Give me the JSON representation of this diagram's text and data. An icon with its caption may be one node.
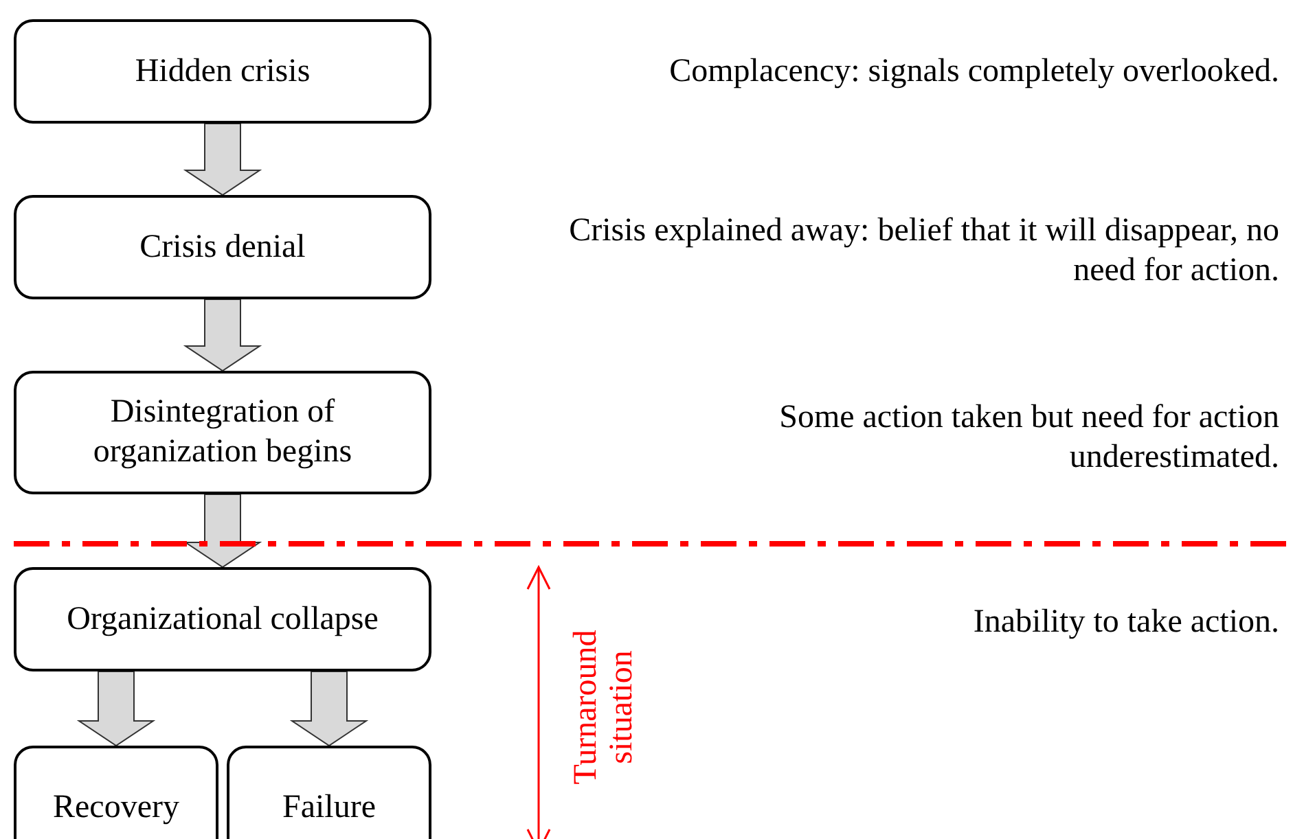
{
  "diagram": {
    "nodes": [
      {
        "text": [
          "Hidden crisis"
        ]
      },
      {
        "text": [
          "Crisis denial"
        ]
      },
      {
        "text": [
          "Disintegration of organization begins"
        ]
      },
      {
        "text": [
          "Organizational collapse"
        ]
      },
      {
        "text": [
          "Recovery"
        ]
      },
      {
        "text": [
          "Failure"
        ]
      }
    ],
    "edges": [
      {
        "from": 0,
        "to": 1,
        "arrow": "to"
      },
      {
        "from": 1,
        "to": 2,
        "arrow": "to"
      },
      {
        "from": 2,
        "to": 3,
        "arrow": "to"
      },
      {
        "from": 3,
        "to": 4,
        "arrow": "to"
      },
      {
        "from": 3,
        "to": 5,
        "arrow": "to"
      }
    ],
    "labels": [
      "Complacency: signals completely overlooked.",
      "Crisis explained away: belief that it will disappear, no need for action.",
      "Some action taken but need for action underestimated.",
      "Inability to take action.",
      "Turnaround situation"
    ]
  }
}
